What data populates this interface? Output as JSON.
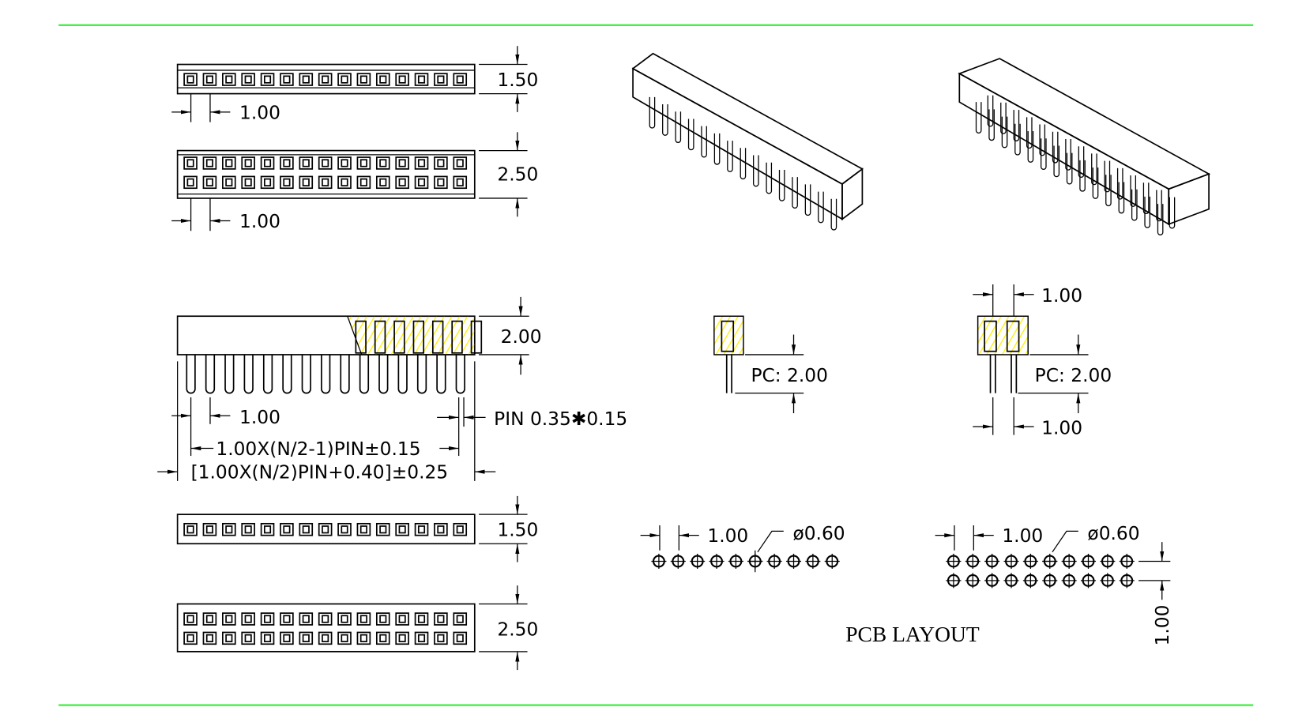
{
  "colors": {
    "border_line": "#33ee33",
    "hatch": "#ffee00",
    "pcb_cross": "#ff0000"
  },
  "top_views": {
    "single_row_height": "1.50",
    "single_row_pitch": "1.00",
    "double_row_height": "2.50",
    "double_row_pitch": "1.00",
    "pins_per_row": 15
  },
  "side_view": {
    "height": "2.00",
    "pitch": "1.00",
    "pin_size": "PIN  0.35✱0.15",
    "span_formula": "1.00X(N/2-1)PIN±0.15",
    "overall_formula": "[1.00X(N/2)PIN+0.40]±0.25"
  },
  "bottom_views": {
    "single_row_height": "1.50",
    "double_row_height": "2.50"
  },
  "cross_sections": {
    "single_pc": "PC:  2.00",
    "double_pc": "PC:  2.00",
    "double_top_pitch": "1.00",
    "double_bottom_pitch": "1.00"
  },
  "pcb_layout": {
    "title": "PCB  LAYOUT",
    "single_pitch": "1.00",
    "single_hole": "ø0.60",
    "double_pitch": "1.00",
    "double_hole": "ø0.60",
    "row_spacing": "1.00",
    "holes_per_row": 10
  }
}
